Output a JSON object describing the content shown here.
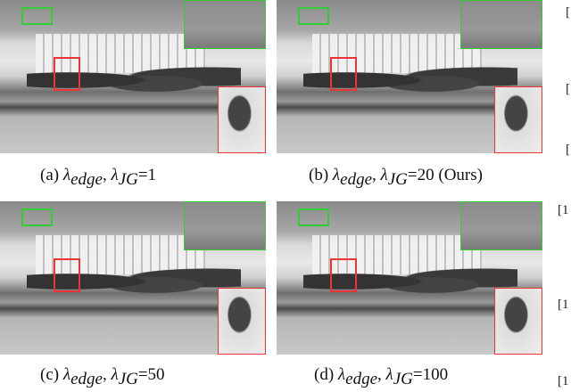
{
  "panels": [
    {
      "id": "a",
      "caption_prefix": "(a)",
      "lambda": "λ",
      "sub1": "edge",
      "sep": ", ",
      "sub2": "JG",
      "value": "=1"
    },
    {
      "id": "b",
      "caption_prefix": "(b)",
      "lambda": "λ",
      "sub1": "edge",
      "sep": ", ",
      "sub2": "JG",
      "value": "=20 (Ours)"
    },
    {
      "id": "c",
      "caption_prefix": "(c)",
      "lambda": "λ",
      "sub1": "edge",
      "sep": ", ",
      "sub2": "JG",
      "value": "=50"
    },
    {
      "id": "d",
      "caption_prefix": "(d)",
      "lambda": "λ",
      "sub1": "edge",
      "sep": ", ",
      "sub2": "JG",
      "value": "=100"
    }
  ],
  "colors": {
    "zoom_box_top": "#33cc33",
    "zoom_box_bottom": "#ee3333"
  },
  "margin_fragments": [
    "[",
    "[",
    "[",
    "[1",
    "[1",
    "[1"
  ]
}
